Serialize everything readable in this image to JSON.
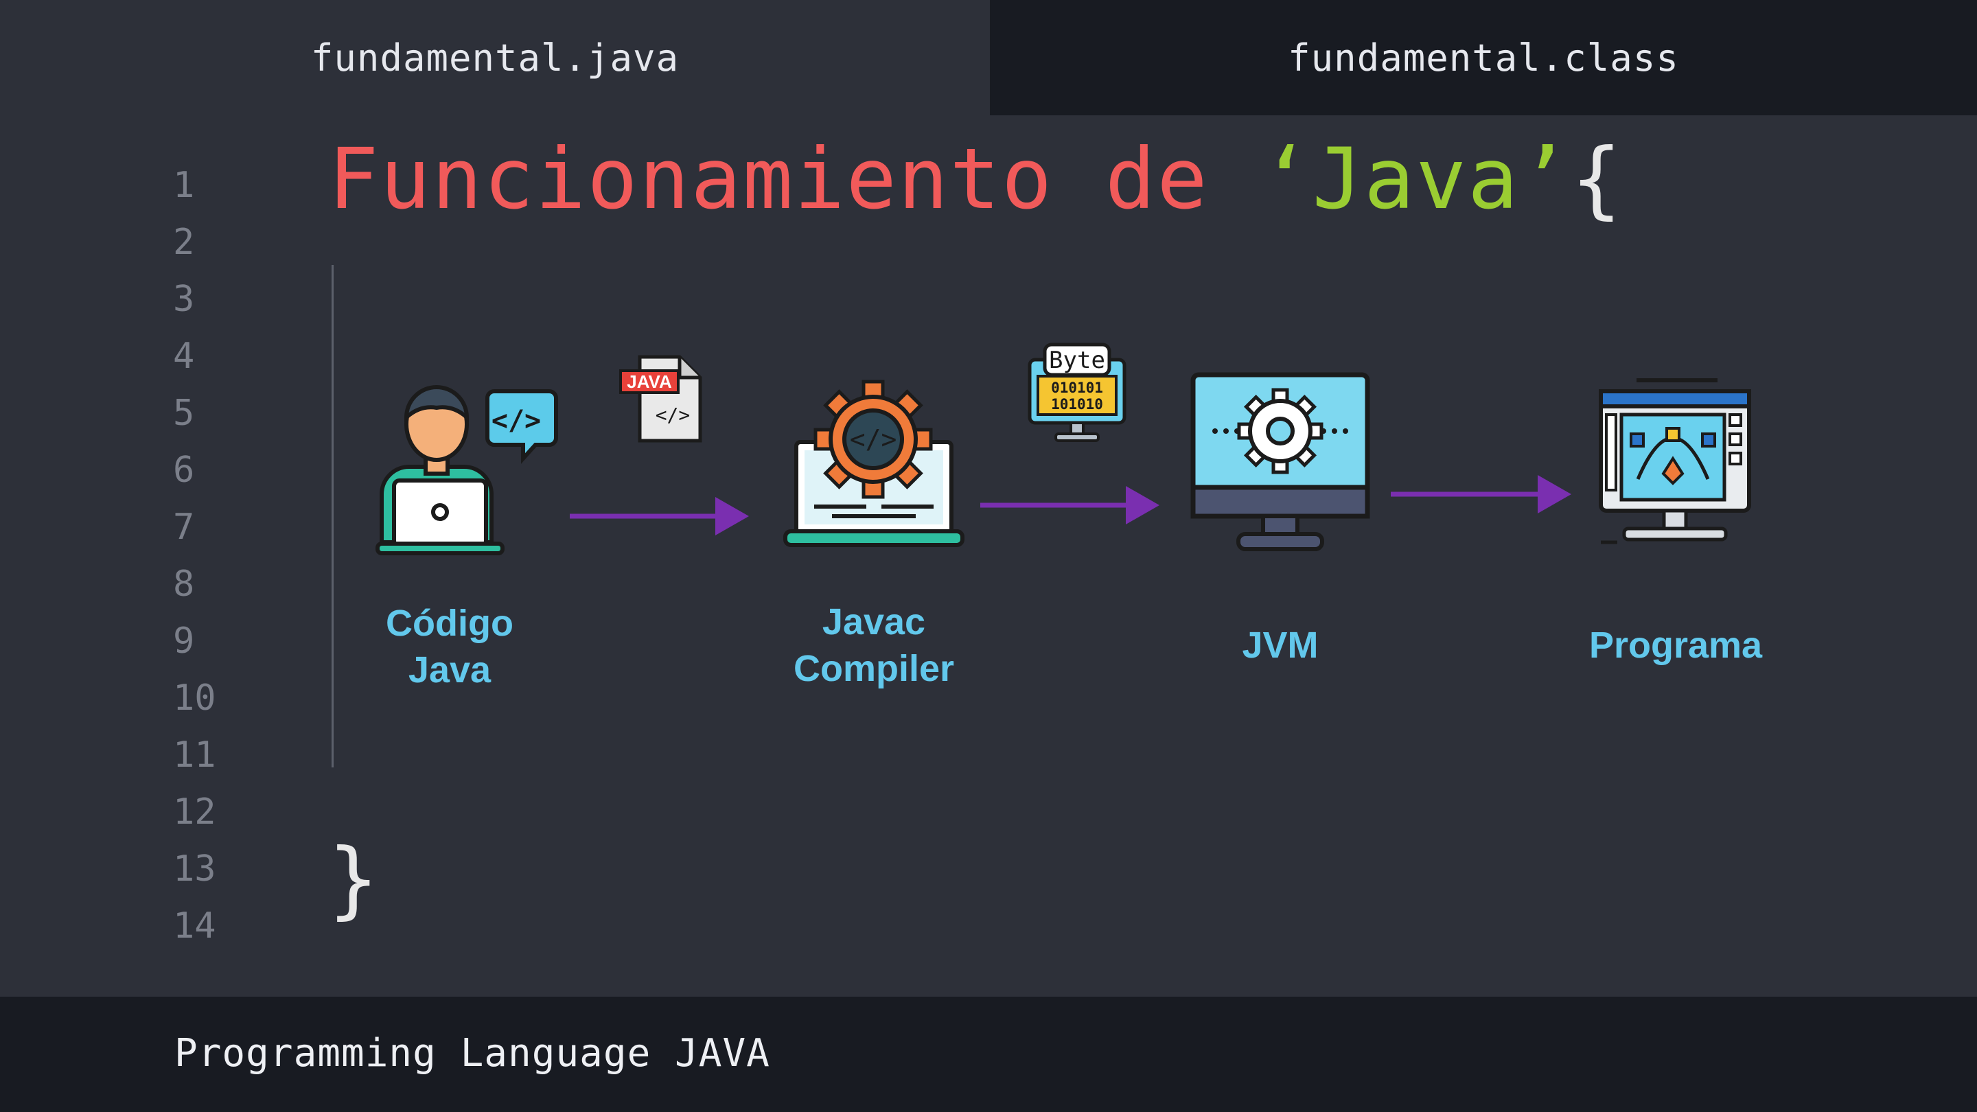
{
  "tabs": [
    {
      "label": "fundamental.java",
      "active": true
    },
    {
      "label": "fundamental.class",
      "active": false
    }
  ],
  "line_numbers": [
    "1",
    "2",
    "3",
    "4",
    "5",
    "6",
    "7",
    "8",
    "9",
    "10",
    "11",
    "12",
    "13",
    "14"
  ],
  "title": {
    "keyword": "Funcionamiento de ",
    "string": "‘Java’",
    "open_brace": "{",
    "close_brace": "}"
  },
  "badges": {
    "java_file": "JAVA",
    "code_glyph": "</>",
    "byte_label": "Byte",
    "binary_line_1": "010101",
    "binary_line_2": "101010"
  },
  "nodes": [
    {
      "label_line1": "Código",
      "label_line2": "Java",
      "icon": "developer-laptop-icon"
    },
    {
      "label_line1": "Javac",
      "label_line2": "Compiler",
      "icon": "gear-laptop-icon"
    },
    {
      "label_line1": "JVM",
      "label_line2": "",
      "icon": "gear-monitor-icon"
    },
    {
      "label_line1": "Programa",
      "label_line2": "",
      "icon": "program-monitor-icon"
    }
  ],
  "footer": {
    "text": "Programming Language JAVA"
  },
  "colors": {
    "background": "#2d3039",
    "dark_bar": "#181b22",
    "keyword": "#f15a5a",
    "string": "#9acd32",
    "label": "#62c8ec",
    "arrow": "#7a2fb0"
  }
}
